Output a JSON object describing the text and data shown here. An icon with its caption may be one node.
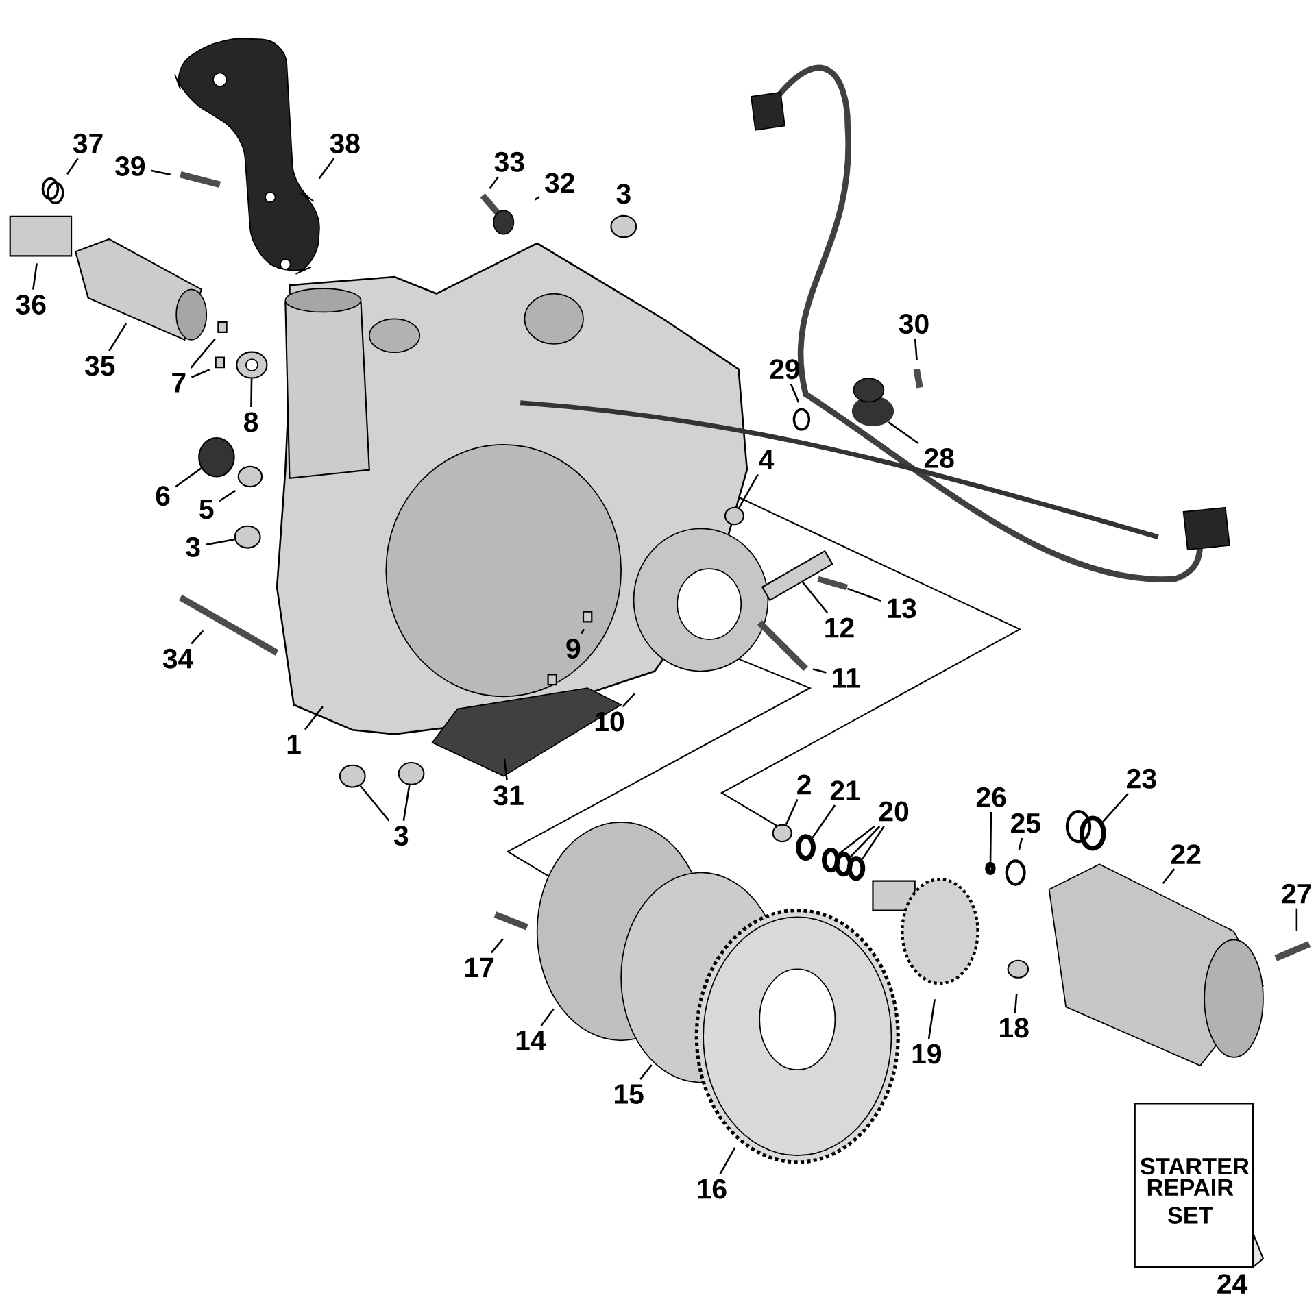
{
  "diagram": {
    "nodes": [
      {
        "text": [
          "1"
        ]
      },
      {
        "text": [
          "2"
        ]
      },
      {
        "text": [
          "3"
        ]
      },
      {
        "text": [
          "3"
        ]
      },
      {
        "text": [
          "4"
        ]
      },
      {
        "text": [
          "5"
        ]
      },
      {
        "text": [
          "6"
        ]
      },
      {
        "text": [
          "7"
        ]
      },
      {
        "text": [
          "8"
        ]
      },
      {
        "text": [
          "9"
        ]
      },
      {
        "text": [
          "10"
        ]
      },
      {
        "text": [
          "11"
        ]
      },
      {
        "text": [
          "12"
        ]
      },
      {
        "text": [
          "13"
        ]
      },
      {
        "text": [
          "14"
        ]
      },
      {
        "text": [
          "15"
        ]
      },
      {
        "text": [
          "16"
        ]
      },
      {
        "text": [
          "17"
        ]
      },
      {
        "text": [
          "18"
        ]
      },
      {
        "text": [
          "19"
        ]
      },
      {
        "text": [
          "20"
        ]
      },
      {
        "text": [
          "21"
        ]
      },
      {
        "text": [
          "22"
        ]
      },
      {
        "text": [
          "23"
        ]
      },
      {
        "text": [
          "25"
        ]
      },
      {
        "text": [
          "26"
        ]
      },
      {
        "text": [
          "27"
        ]
      },
      {
        "text": [
          "28"
        ]
      },
      {
        "text": [
          "29"
        ]
      },
      {
        "text": [
          "30"
        ]
      },
      {
        "text": [
          "31"
        ]
      },
      {
        "text": [
          "32"
        ]
      },
      {
        "text": [
          "33"
        ]
      },
      {
        "text": [
          "34"
        ]
      },
      {
        "text": [
          "35"
        ]
      },
      {
        "text": [
          "36"
        ]
      },
      {
        "text": [
          "37"
        ]
      },
      {
        "text": [
          "38"
        ]
      },
      {
        "text": [
          "39"
        ]
      },
      {
        "text": [],
        "shape": "circle"
      },
      {
        "text": [],
        "shape": "circle"
      },
      {
        "text": [],
        "shape": "circle"
      },
      {
        "text": [],
        "shape": "circle"
      },
      {
        "text": [],
        "shape": "circle"
      },
      {
        "text": [],
        "shape": "circle"
      },
      {
        "text": [],
        "shape": "bar"
      },
      {
        "text": [],
        "shape": "ring"
      },
      {
        "text": [],
        "shape": "ring"
      },
      {
        "text": [],
        "shape": "ring"
      },
      {
        "text": [],
        "shape": "ring"
      },
      {
        "text": [],
        "shape": "ring"
      },
      {
        "text": [],
        "shape": "ring"
      },
      {
        "text": [],
        "shape": "circle"
      },
      {
        "text": [],
        "shape": "circle"
      },
      {
        "text": [],
        "shape": "box"
      }
    ],
    "edges": [
      {
        "from": 0,
        "to": null,
        "arrow": "none"
      },
      {
        "from": 1,
        "to": 39,
        "arrow": "none"
      },
      {
        "from": 2,
        "to": 40,
        "arrow": "none"
      },
      {
        "from": 3,
        "to": 41,
        "arrow": "none"
      },
      {
        "from": 3,
        "to": 42,
        "arrow": "none"
      },
      {
        "from": 4,
        "to": 43,
        "arrow": "none"
      },
      {
        "from": 5,
        "to": null,
        "arrow": "none"
      },
      {
        "from": 6,
        "to": 44,
        "arrow": "none"
      },
      {
        "from": 7,
        "to": null,
        "arrow": "none"
      },
      {
        "from": 7,
        "to": null,
        "arrow": "none"
      },
      {
        "from": 8,
        "to": 52,
        "arrow": "none"
      },
      {
        "from": 9,
        "to": null,
        "arrow": "none"
      },
      {
        "from": 10,
        "to": null,
        "arrow": "none"
      },
      {
        "from": 11,
        "to": null,
        "arrow": "none"
      },
      {
        "from": 12,
        "to": 54,
        "arrow": "none"
      },
      {
        "from": 13,
        "to": 45,
        "arrow": "none"
      },
      {
        "from": 14,
        "to": null,
        "arrow": "none"
      },
      {
        "from": 15,
        "to": null,
        "arrow": "none"
      },
      {
        "from": 16,
        "to": null,
        "arrow": "none"
      },
      {
        "from": 17,
        "to": null,
        "arrow": "none"
      },
      {
        "from": 18,
        "to": null,
        "arrow": "none"
      },
      {
        "from": 19,
        "to": null,
        "arrow": "none"
      },
      {
        "from": 20,
        "to": 46,
        "arrow": "none"
      },
      {
        "from": 20,
        "to": 47,
        "arrow": "none"
      },
      {
        "from": 20,
        "to": 48,
        "arrow": "none"
      },
      {
        "from": 21,
        "to": 49,
        "arrow": "none"
      },
      {
        "from": 22,
        "to": null,
        "arrow": "none"
      },
      {
        "from": 23,
        "to": 50,
        "arrow": "none"
      },
      {
        "from": 24,
        "to": null,
        "arrow": "none"
      },
      {
        "from": 25,
        "to": 51,
        "arrow": "none"
      },
      {
        "from": 26,
        "to": null,
        "arrow": "none"
      },
      {
        "from": 27,
        "to": 53,
        "arrow": "none"
      },
      {
        "from": 28,
        "to": null,
        "arrow": "none"
      },
      {
        "from": 29,
        "to": null,
        "arrow": "none"
      },
      {
        "from": 30,
        "to": null,
        "arrow": "none"
      },
      {
        "from": 31,
        "to": null,
        "arrow": "none"
      },
      {
        "from": 32,
        "to": null,
        "arrow": "none"
      },
      {
        "from": 33,
        "to": null,
        "arrow": "none"
      },
      {
        "from": 34,
        "to": null,
        "arrow": "none"
      },
      {
        "from": 35,
        "to": null,
        "arrow": "none"
      },
      {
        "from": 36,
        "to": null,
        "arrow": "none"
      },
      {
        "from": 37,
        "to": null,
        "arrow": "none"
      },
      {
        "from": 38,
        "to": null,
        "arrow": "none"
      }
    ],
    "labels": [
      "3",
      "STARTER",
      "REPAIR SET",
      "24"
    ]
  }
}
